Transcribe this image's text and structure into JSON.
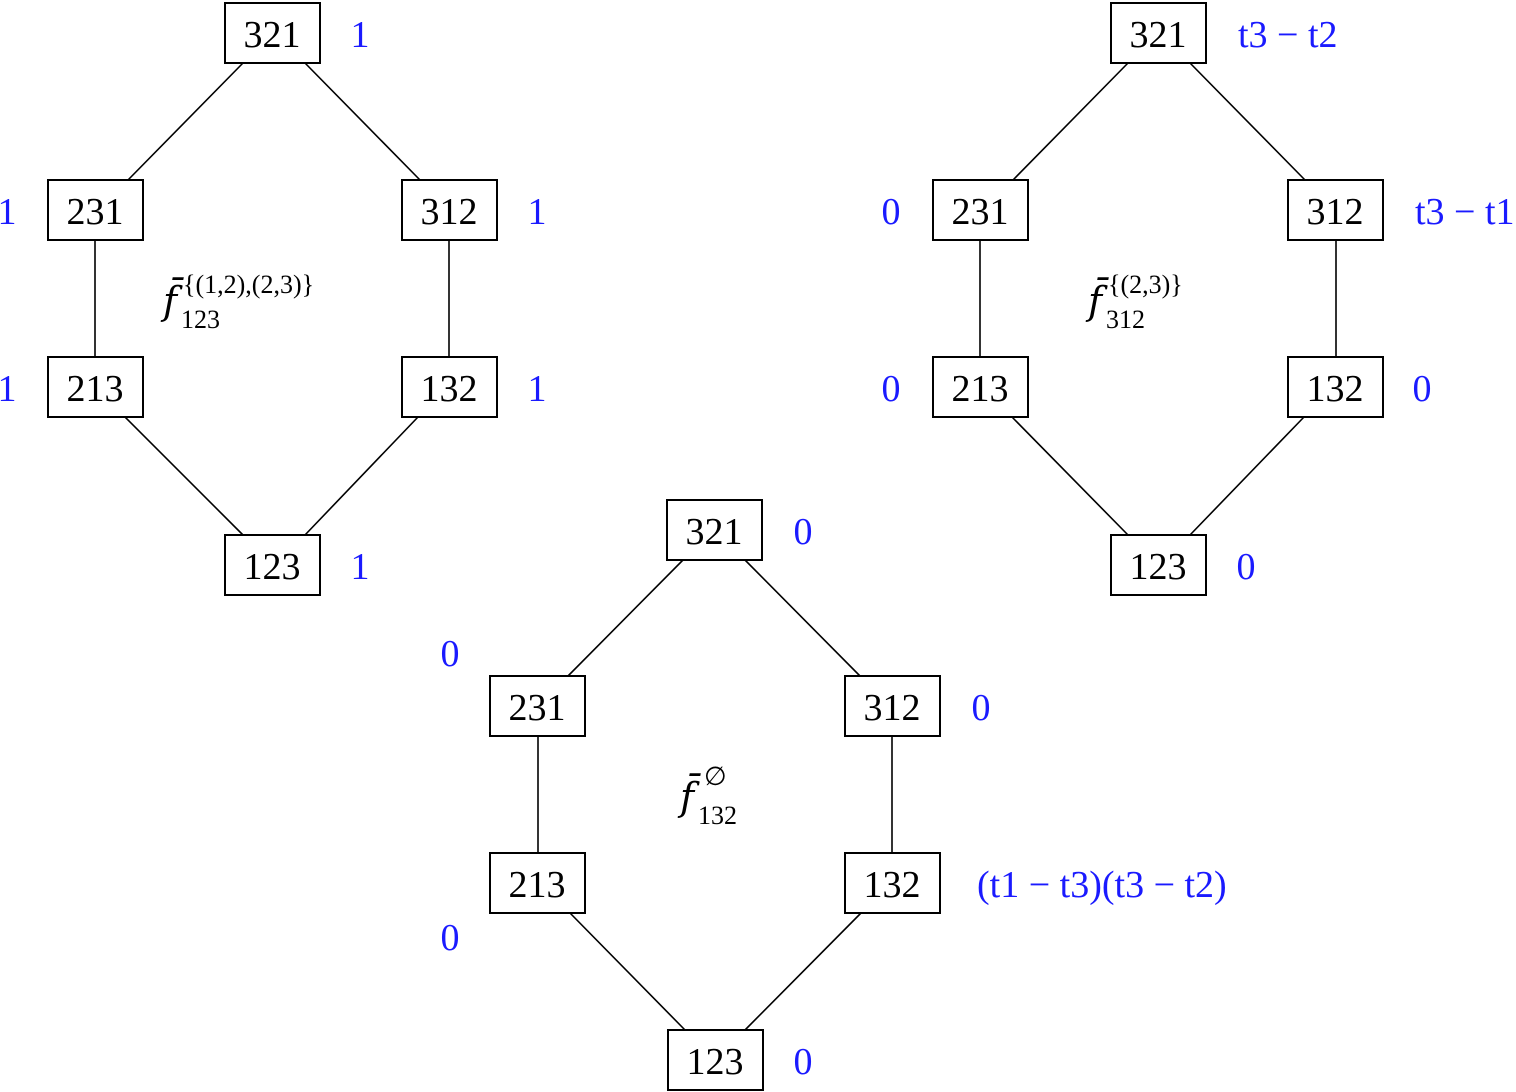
{
  "diagrams": [
    {
      "function": {
        "base": "f̄",
        "subscript": "123",
        "superscript": "{(1,2),(2,3)}"
      },
      "nodes": {
        "top": {
          "label": "321",
          "value": "1"
        },
        "upper_left": {
          "label": "231",
          "value": "1"
        },
        "upper_right": {
          "label": "312",
          "value": "1"
        },
        "lower_left": {
          "label": "213",
          "value": "1"
        },
        "lower_right": {
          "label": "132",
          "value": "1"
        },
        "bottom": {
          "label": "123",
          "value": "1"
        }
      }
    },
    {
      "function": {
        "base": "f̄",
        "subscript": "312",
        "superscript": "{(2,3)}"
      },
      "nodes": {
        "top": {
          "label": "321",
          "value": "t3 − t2"
        },
        "upper_left": {
          "label": "231",
          "value": "0"
        },
        "upper_right": {
          "label": "312",
          "value": "t3 − t1"
        },
        "lower_left": {
          "label": "213",
          "value": "0"
        },
        "lower_right": {
          "label": "132",
          "value": "0"
        },
        "bottom": {
          "label": "123",
          "value": "0"
        }
      }
    },
    {
      "function": {
        "base": "f̄",
        "subscript": "132",
        "superscript": "∅"
      },
      "nodes": {
        "top": {
          "label": "321",
          "value": "0"
        },
        "upper_left": {
          "label": "231",
          "value": "0"
        },
        "upper_right": {
          "label": "312",
          "value": "0"
        },
        "lower_left": {
          "label": "213",
          "value": "0"
        },
        "lower_right": {
          "label": "132",
          "value": "(t1 − t3)(t3 − t2)"
        },
        "bottom": {
          "label": "123",
          "value": "0"
        }
      }
    }
  ],
  "colors": {
    "values": "#1a1aff",
    "nodes": "#000000"
  }
}
